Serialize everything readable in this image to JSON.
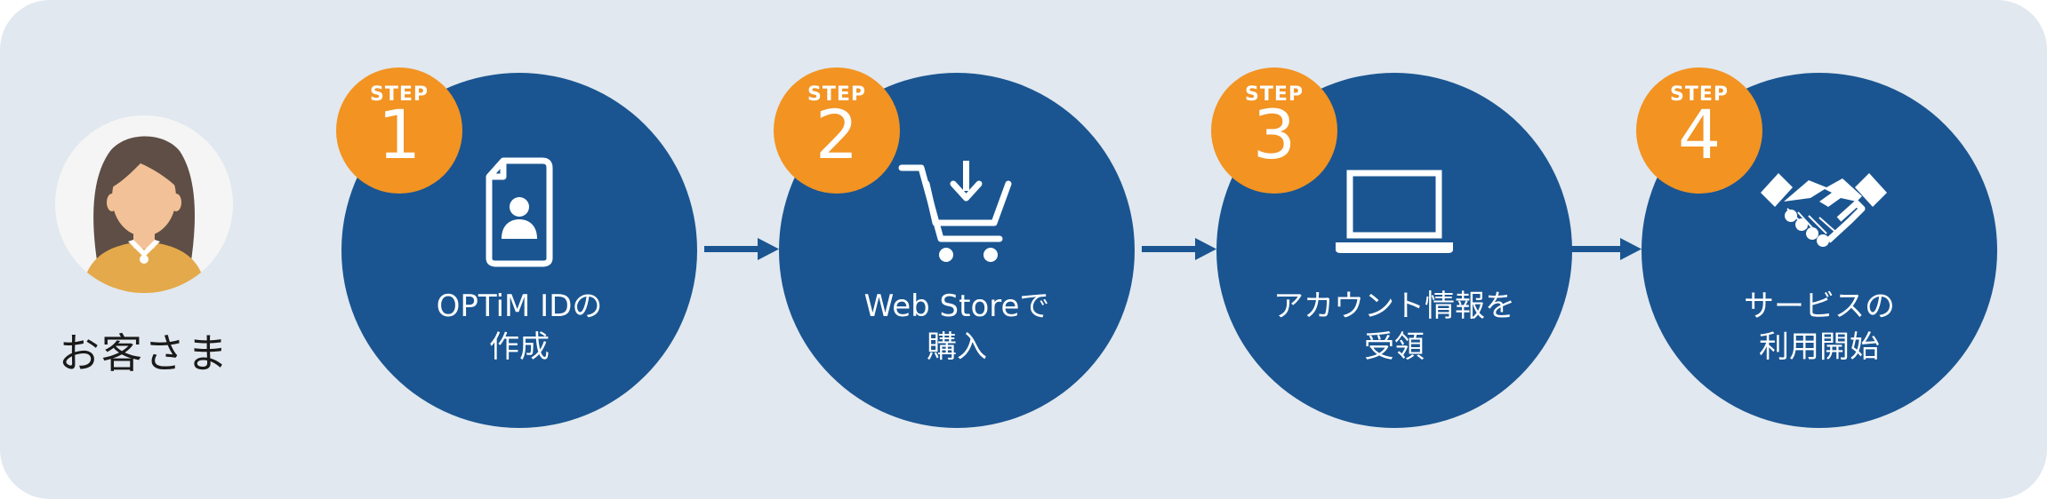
{
  "customer": {
    "label": "お客さま"
  },
  "steps": [
    {
      "badge_word": "STEP",
      "number": "1",
      "label": "OPTiM IDの\n作成",
      "icon": "document-user-icon"
    },
    {
      "badge_word": "STEP",
      "number": "2",
      "label": "Web Storeで\n購入",
      "icon": "shopping-cart-icon"
    },
    {
      "badge_word": "STEP",
      "number": "3",
      "label": "アカウント情報を\n受領",
      "icon": "laptop-icon"
    },
    {
      "badge_word": "STEP",
      "number": "4",
      "label": "サービスの\n利用開始",
      "icon": "handshake-icon"
    }
  ],
  "colors": {
    "background": "#e1e8ef",
    "step_circle": "#1a5591",
    "badge": "#f29322",
    "arrow": "#1a5591"
  }
}
